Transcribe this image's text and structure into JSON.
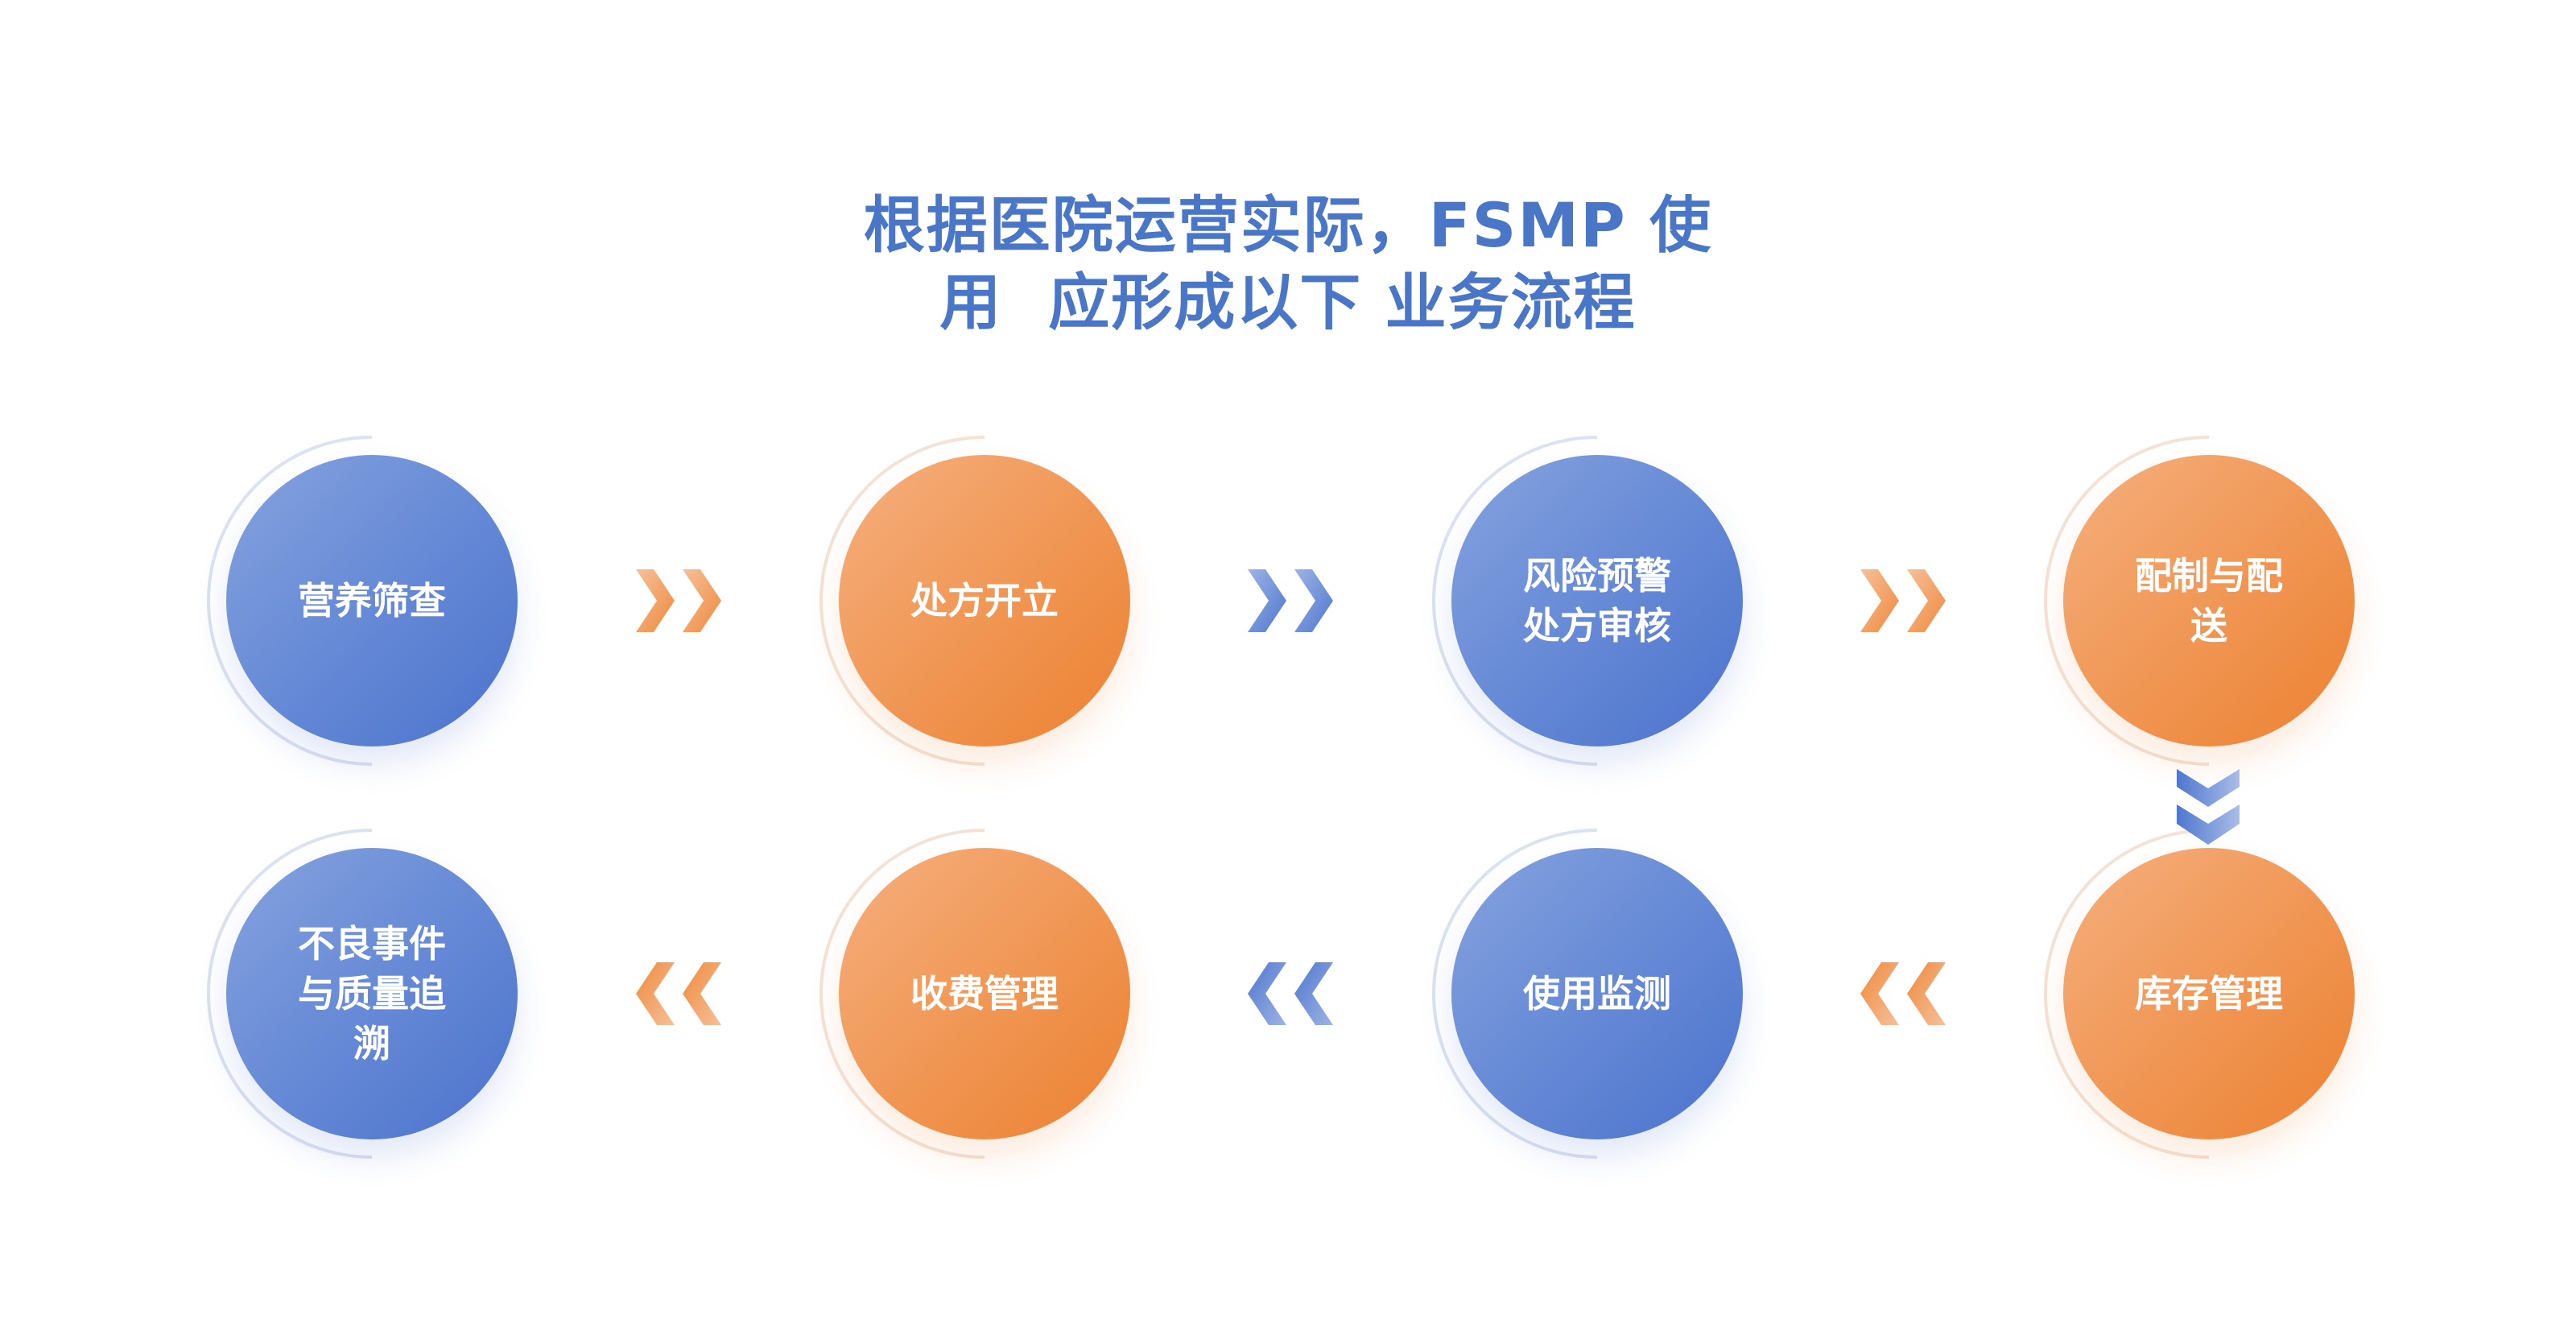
{
  "title": {
    "line1": "根据医院运营实际，FSMP 使",
    "line2": "用  应形成以下 业务流程"
  },
  "colors": {
    "title": "#4a76c8",
    "blue_light": "#86a3de",
    "blue_dark": "#4a73cd",
    "orange_light": "#f5b07e",
    "orange_dark": "#ec8130",
    "ring_blue": "#dbe2f0",
    "ring_orange": "#f4e2d6"
  },
  "flow": {
    "row1": [
      {
        "step": 1,
        "label": "营养筛查",
        "color": "blue"
      },
      {
        "step": 2,
        "label": "处方开立",
        "color": "orange"
      },
      {
        "step": 3,
        "label": "风险预警 处方审核",
        "lines": [
          "风险预警",
          "处方审核"
        ],
        "color": "blue"
      },
      {
        "step": 4,
        "label": "配制与配送",
        "lines": [
          "配制与配",
          "送"
        ],
        "color": "orange"
      }
    ],
    "row2": [
      {
        "step": 8,
        "label": "不良事件与质量追溯",
        "lines": [
          "不良事件",
          "与质量追",
          "溯"
        ],
        "color": "blue"
      },
      {
        "step": 7,
        "label": "收费管理",
        "color": "orange"
      },
      {
        "step": 6,
        "label": "使用监测",
        "color": "blue"
      },
      {
        "step": 5,
        "label": "库存管理",
        "color": "orange"
      }
    ],
    "arrows": [
      {
        "from": 1,
        "to": 2,
        "direction": "right",
        "icon": "double-chevron-right-icon",
        "color": "orange"
      },
      {
        "from": 2,
        "to": 3,
        "direction": "right",
        "icon": "double-chevron-right-icon",
        "color": "blue"
      },
      {
        "from": 3,
        "to": 4,
        "direction": "right",
        "icon": "double-chevron-right-icon",
        "color": "orange"
      },
      {
        "from": 4,
        "to": 5,
        "direction": "down",
        "icon": "double-chevron-down-icon",
        "color": "blue"
      },
      {
        "from": 5,
        "to": 6,
        "direction": "left",
        "icon": "double-chevron-left-icon",
        "color": "orange"
      },
      {
        "from": 6,
        "to": 7,
        "direction": "left",
        "icon": "double-chevron-left-icon",
        "color": "blue"
      },
      {
        "from": 7,
        "to": 8,
        "direction": "left",
        "icon": "double-chevron-left-icon",
        "color": "orange"
      }
    ]
  }
}
